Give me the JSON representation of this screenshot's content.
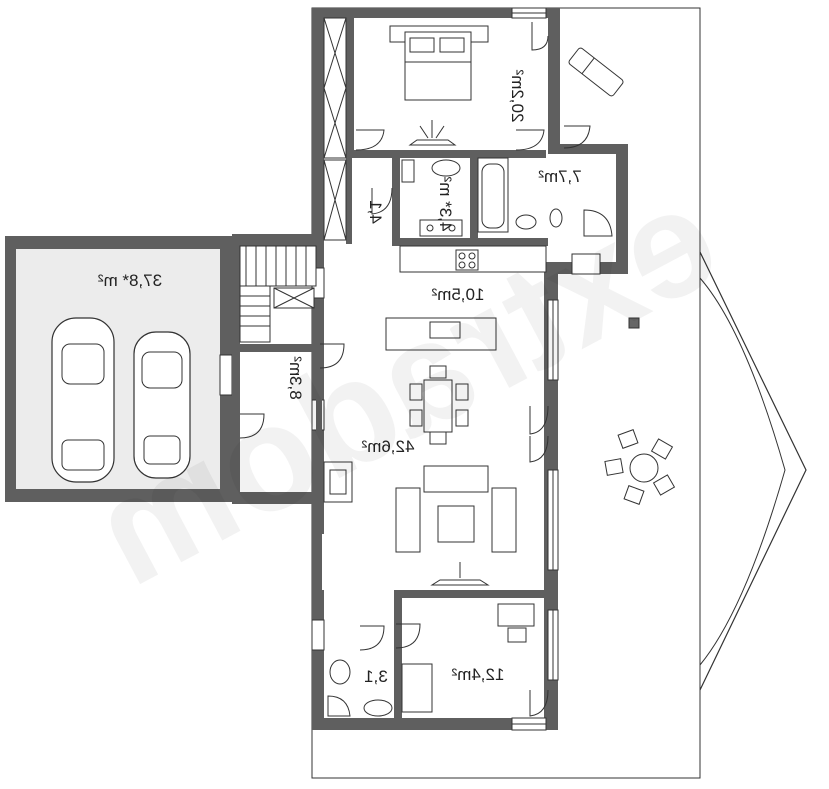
{
  "rooms": [
    {
      "id": "garage",
      "area": "37,8* m²"
    },
    {
      "id": "bedroom",
      "area": "20,2m²"
    },
    {
      "id": "wardrobe",
      "area": "4,1"
    },
    {
      "id": "ensuite",
      "area": "4,3* m²"
    },
    {
      "id": "bathroom",
      "area": "7,7m²"
    },
    {
      "id": "kitchen",
      "area": "10,5m²"
    },
    {
      "id": "hall",
      "area": "8,3m²"
    },
    {
      "id": "living",
      "area": "42,6m²"
    },
    {
      "id": "office",
      "area": "12,4m²"
    },
    {
      "id": "wc",
      "area": "3,1"
    }
  ],
  "watermark": "extradom",
  "colors": {
    "wall": "#5f5f5f",
    "floor": "#ffffff",
    "garage_floor": "#ececec"
  }
}
